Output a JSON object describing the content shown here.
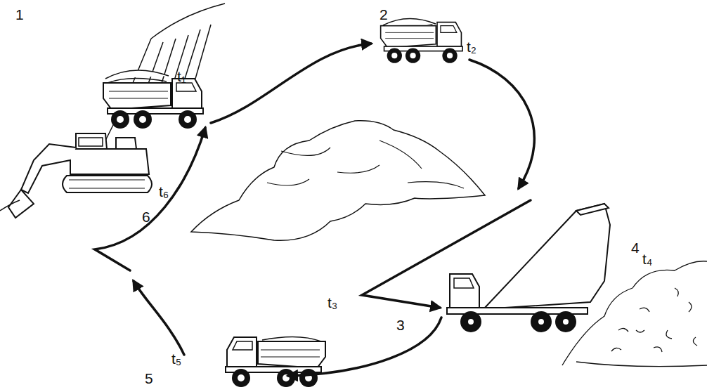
{
  "diagram": {
    "labels": [
      "1",
      "t₁",
      "2",
      "t₂",
      "4",
      "t₄",
      "t₆",
      "6",
      "t₃",
      "3",
      "t₅",
      "5"
    ]
  }
}
